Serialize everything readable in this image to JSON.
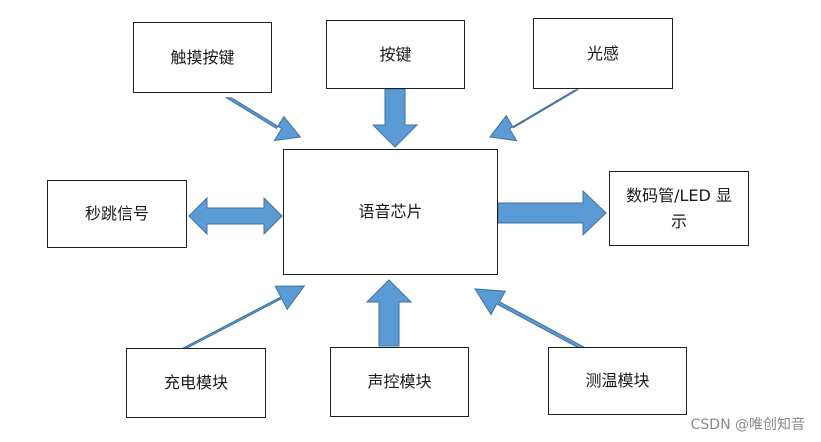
{
  "diagram": {
    "center": "语音芯片",
    "inputs": {
      "touch": "触摸按键",
      "key": "按键",
      "light": "光感",
      "charge": "充电模块",
      "sound": "声控模块",
      "temp": "测温模块"
    },
    "bidirectional": "秒跳信号",
    "output": "数码管/LED 显示"
  },
  "colors": {
    "arrow_fill": "#5b9bd5",
    "arrow_stroke": "#41719c",
    "box_border": "#1f1f1f"
  },
  "watermark": "CSDN @唯创知音"
}
